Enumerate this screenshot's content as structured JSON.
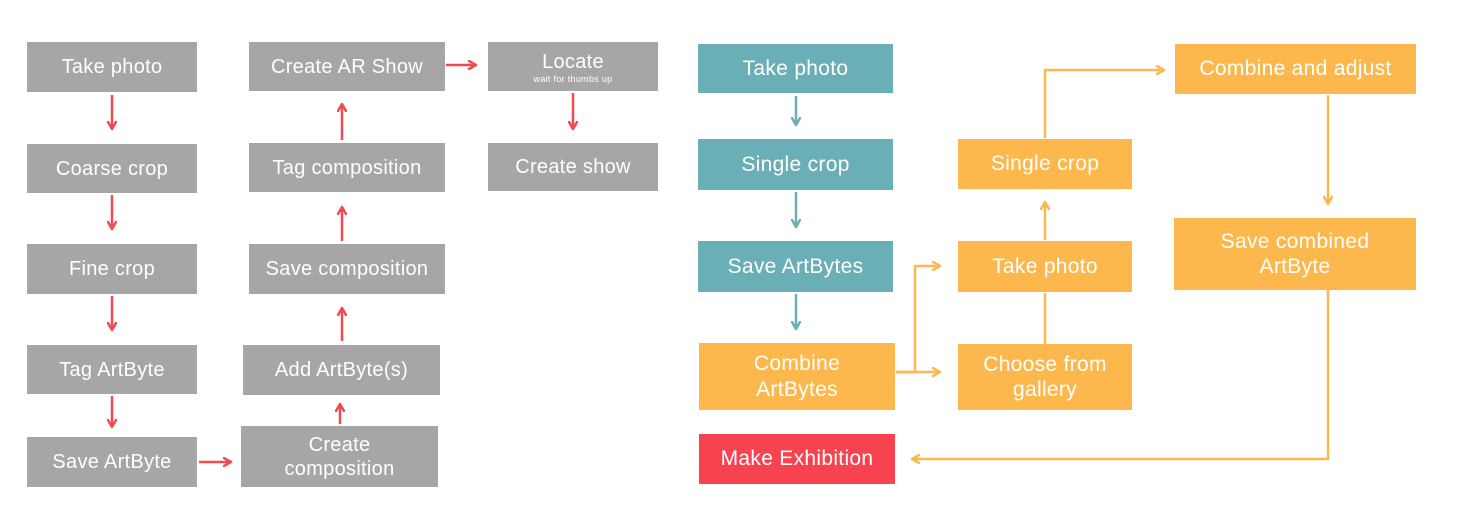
{
  "left_flow": {
    "take_photo": "Take photo",
    "coarse_crop": "Coarse crop",
    "fine_crop": "Fine crop",
    "tag_artbyte": "Tag ArtByte",
    "save_artbyte": "Save ArtByte",
    "create_composition": "Create composition",
    "add_artbytes": "Add ArtByte(s)",
    "save_composition": "Save composition",
    "tag_composition": "Tag composition",
    "create_ar_show": "Create AR Show",
    "locate": "Locate",
    "locate_sub": "wait for thumbs up",
    "create_show": "Create show"
  },
  "right_flow": {
    "take_photo": "Take photo",
    "single_crop": "Single crop",
    "save_artbytes": "Save ArtBytes",
    "combine_artbytes": "Combine ArtBytes",
    "make_exhibition": "Make Exhibition",
    "take_photo_2": "Take photo",
    "choose_gallery": "Choose from gallery",
    "single_crop_2": "Single crop",
    "combine_adjust": "Combine and adjust",
    "save_combined": "Save combined ArtByte"
  },
  "colors": {
    "gray": "#a6a6a6",
    "teal": "#6aafb6",
    "orange": "#fcb84d",
    "red": "#f6434f",
    "arrow_red": "#f24a52",
    "arrow_teal": "#6aafb6",
    "arrow_orange": "#fcb84d"
  }
}
